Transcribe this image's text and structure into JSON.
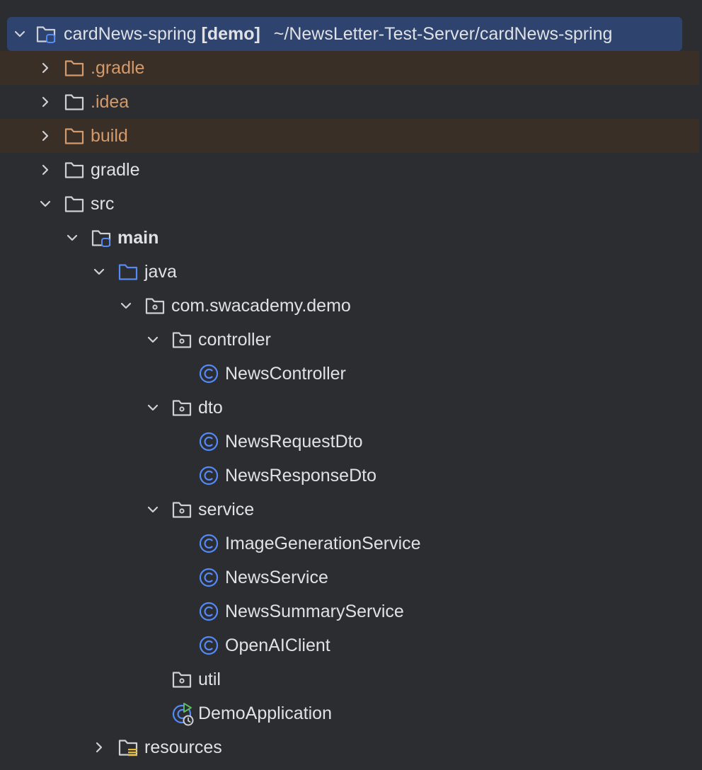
{
  "tree": {
    "root": {
      "name": "cardNews-spring",
      "module": "[demo]",
      "path": "~/NewsLetter-Test-Server/cardNews-spring"
    },
    "items": [
      {
        "label": ".gradle"
      },
      {
        "label": ".idea"
      },
      {
        "label": "build"
      },
      {
        "label": "gradle"
      },
      {
        "label": "src"
      },
      {
        "label": "main"
      },
      {
        "label": "java"
      },
      {
        "label": "com.swacademy.demo"
      },
      {
        "label": "controller"
      },
      {
        "label": "NewsController"
      },
      {
        "label": "dto"
      },
      {
        "label": "NewsRequestDto"
      },
      {
        "label": "NewsResponseDto"
      },
      {
        "label": "service"
      },
      {
        "label": "ImageGenerationService"
      },
      {
        "label": "NewsService"
      },
      {
        "label": "NewsSummaryService"
      },
      {
        "label": "OpenAIClient"
      },
      {
        "label": "util"
      },
      {
        "label": "DemoApplication"
      },
      {
        "label": "resources"
      }
    ]
  },
  "colors": {
    "background": "#2b2d30",
    "selection": "#2e436e",
    "excluded_row": "#3a2f27",
    "excluded_text": "#d49a6a",
    "text": "#dfe1e5",
    "icon_gray": "#ced0d6",
    "icon_blue": "#548af7",
    "class_icon": "#548af7",
    "run_green": "#5fb865"
  }
}
